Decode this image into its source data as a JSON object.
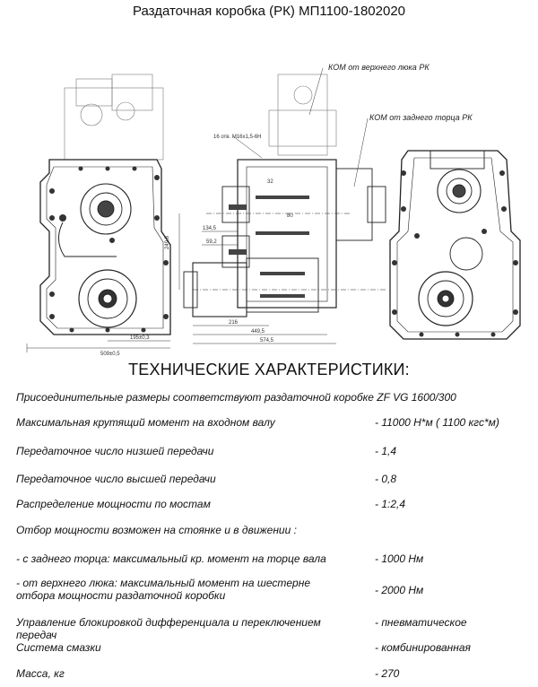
{
  "title": "Раздаточная коробка (РК) МП1100-1802020",
  "drawing": {
    "callout_top": "КОМ от верхнего люка РК",
    "callout_rear": "КОМ от заднего торца РК",
    "callout_bolt": "16 отв. М16х1,5-6Н",
    "dims": [
      "509±0,5",
      "195±0,3",
      "249,8",
      "134,5",
      "59,2",
      "216",
      "449,5",
      "574,5",
      "32",
      "80"
    ]
  },
  "heading": "ТЕХНИЧЕСКИЕ ХАРАКТЕРИСТИКИ:",
  "specs": [
    {
      "label": "Присоединительные размеры соответствуют раздаточной коробке ZF VG 1600/300",
      "value": ""
    },
    {
      "label": "Максимальная крутящий момент на входном валу",
      "value": "-  11000 Н*м ( 1100 кгс*м)"
    },
    {
      "label": "Передаточное число низшей передачи",
      "value": "- 1,4"
    },
    {
      "label": "Передаточное число высшей передачи",
      "value": "- 0,8"
    },
    {
      "label": "Распределение мощности по мостам",
      "value": "- 1:2,4"
    },
    {
      "label": "Отбор мощности возможен на стоянке и в движении :",
      "value": ""
    },
    {
      "label": "- с заднего торца: максимальный кр. момент на торце вала",
      "value": "- 1000 Нм"
    },
    {
      "label": "- от верхнего люка: максимальный момент на шестерне отбора мощности раздаточной коробки",
      "value": "- 2000 Нм"
    },
    {
      "label": "Управление блокировкой дифференциала и переключением передач",
      "value": "- пневматическое"
    },
    {
      "label": "Система смазки",
      "value": "- комбинированная"
    },
    {
      "label": "Масса, кг",
      "value": "- 270"
    }
  ]
}
